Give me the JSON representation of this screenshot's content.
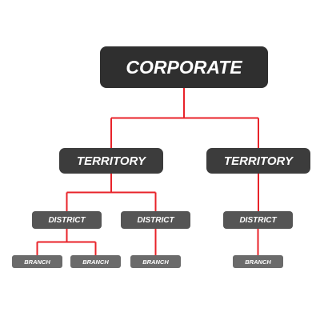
{
  "colors": {
    "connector": "#e8232a",
    "corporate": "#2f2f2f",
    "territory": "#3c3c3c",
    "district": "#555555",
    "branch": "#6b6b6b"
  },
  "org": {
    "corporate": "CORPORATE",
    "territories": [
      {
        "label": "TERRITORY",
        "districts": [
          {
            "label": "DISTRICT",
            "branches": [
              "BRANCH",
              "BRANCH"
            ]
          },
          {
            "label": "DISTRICT",
            "branches": [
              "BRANCH"
            ]
          }
        ]
      },
      {
        "label": "TERRITORY",
        "districts": [
          {
            "label": "DISTRICT",
            "branches": [
              "BRANCH"
            ]
          }
        ]
      }
    ]
  }
}
